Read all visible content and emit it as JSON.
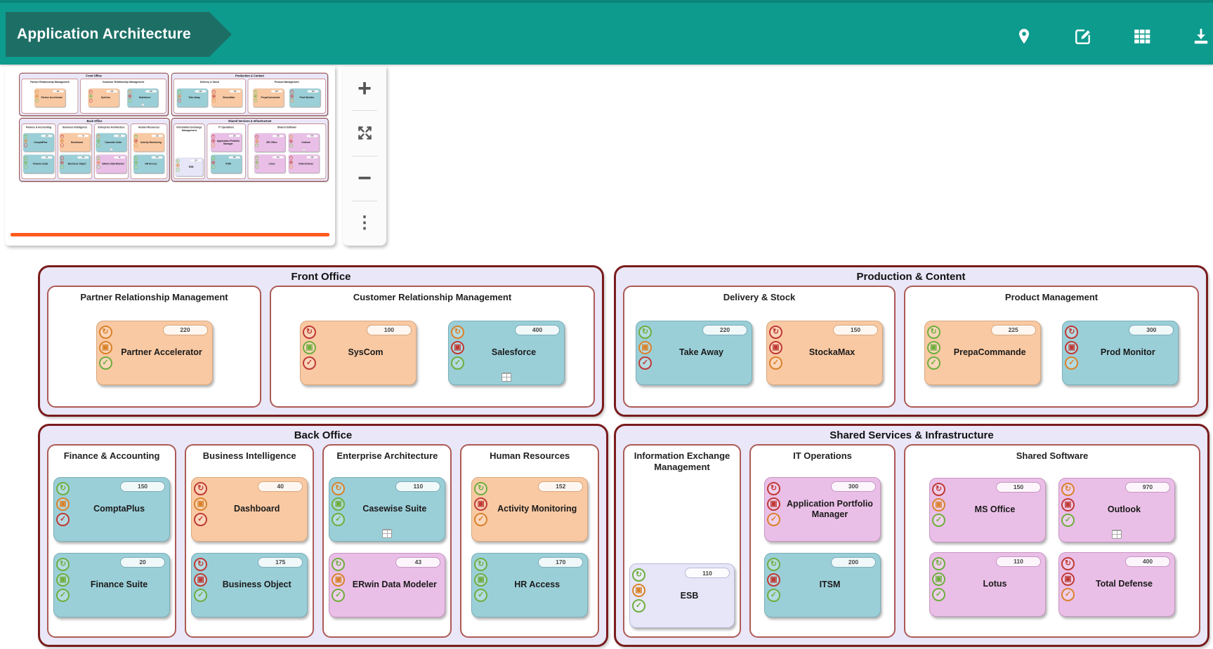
{
  "header": {
    "title": "Application Architecture",
    "actions": [
      {
        "icon": "location-pin-icon"
      },
      {
        "icon": "edit-icon"
      },
      {
        "icon": "grid-icon"
      },
      {
        "icon": "download-icon"
      }
    ]
  },
  "minimap": {
    "controls": [
      {
        "icon": "zoom-in-icon",
        "glyph": "+"
      },
      {
        "icon": "fit-screen-icon",
        "glyph": ""
      },
      {
        "icon": "zoom-out-icon",
        "glyph": "−"
      },
      {
        "icon": "more-options-icon",
        "glyph": "⋮"
      }
    ]
  },
  "colors": {
    "header_teal": "#0d9b8e",
    "header_badge_teal": "#1d6f66",
    "group_border": "#7a1c1c",
    "group_background": "#e9e7f8",
    "subgroup_border": "#ad5a55",
    "card_orange": "#f9c9a3",
    "card_teal": "#9bcfd8",
    "card_violet": "#eabfe7",
    "card_lavender": "#e6e6f8",
    "status_green": "#6fae3f",
    "status_orange": "#d9822b",
    "status_red": "#bf3a35",
    "viewport_line_orange": "#ff5a1f"
  },
  "diagram": {
    "groups": [
      {
        "title": "Front Office",
        "subgroups": [
          {
            "title": "Partner Relationship Management",
            "apps": [
              {
                "name": "Partner Accelerator",
                "count": "220",
                "color": "orange",
                "status_icons": [
                  "orange",
                  "orange",
                  "green"
                ],
                "has_children": false
              }
            ]
          },
          {
            "title": "Customer Relationship Management",
            "apps": [
              {
                "name": "SysCom",
                "count": "100",
                "color": "orange",
                "status_icons": [
                  "red",
                  "green",
                  "red"
                ],
                "has_children": false
              },
              {
                "name": "Salesforce",
                "count": "400",
                "color": "teal",
                "status_icons": [
                  "orange",
                  "red",
                  "green"
                ],
                "has_children": true
              }
            ]
          }
        ]
      },
      {
        "title": "Production & Content",
        "subgroups": [
          {
            "title": "Delivery & Stock",
            "apps": [
              {
                "name": "Take Away",
                "count": "220",
                "color": "teal",
                "status_icons": [
                  "green",
                  "orange",
                  "red"
                ],
                "has_children": false
              },
              {
                "name": "StockaMax",
                "count": "150",
                "color": "orange",
                "status_icons": [
                  "red",
                  "red",
                  "orange"
                ],
                "has_children": false
              }
            ]
          },
          {
            "title": "Product Management",
            "apps": [
              {
                "name": "PrepaCommande",
                "count": "225",
                "color": "orange",
                "status_icons": [
                  "green",
                  "green",
                  "green"
                ],
                "has_children": false
              },
              {
                "name": "Prod Monitor",
                "count": "300",
                "color": "teal",
                "status_icons": [
                  "red",
                  "red",
                  "orange"
                ],
                "has_children": false
              }
            ]
          }
        ]
      },
      {
        "title": "Back Office",
        "subgroups": [
          {
            "title": "Finance & Accounting",
            "apps": [
              {
                "name": "ComptaPlus",
                "count": "150",
                "color": "teal",
                "status_icons": [
                  "green",
                  "orange",
                  "red"
                ],
                "has_children": false
              },
              {
                "name": "Finance Suite",
                "count": "20",
                "color": "teal",
                "status_icons": [
                  "green",
                  "green",
                  "green"
                ],
                "has_children": false
              }
            ]
          },
          {
            "title": "Business Intelligence",
            "apps": [
              {
                "name": "Dashboard",
                "count": "40",
                "color": "orange",
                "status_icons": [
                  "red",
                  "orange",
                  "red"
                ],
                "has_children": false
              },
              {
                "name": "Business Object",
                "count": "175",
                "color": "teal",
                "status_icons": [
                  "red",
                  "red",
                  "green"
                ],
                "has_children": false
              }
            ]
          },
          {
            "title": "Enterprise Architecture",
            "apps": [
              {
                "name": "Casewise Suite",
                "count": "110",
                "color": "teal",
                "status_icons": [
                  "orange",
                  "green",
                  "green"
                ],
                "has_children": true
              },
              {
                "name": "ERwin Data Modeler",
                "count": "43",
                "color": "violet",
                "status_icons": [
                  "green",
                  "orange",
                  "green"
                ],
                "has_children": false
              }
            ]
          },
          {
            "title": "Human Resources",
            "apps": [
              {
                "name": "Activity Monitoring",
                "count": "152",
                "color": "orange",
                "status_icons": [
                  "green",
                  "red",
                  "orange"
                ],
                "has_children": false
              },
              {
                "name": "HR Access",
                "count": "170",
                "color": "teal",
                "status_icons": [
                  "green",
                  "green",
                  "green"
                ],
                "has_children": false
              }
            ]
          }
        ]
      },
      {
        "title": "Shared Services & Infrastructure",
        "subgroups": [
          {
            "title": "Information Exchange Management",
            "apps": [
              {
                "name": "ESB",
                "count": "110",
                "color": "lavender",
                "status_icons": [
                  "green",
                  "orange",
                  "green"
                ],
                "has_children": false
              }
            ]
          },
          {
            "title": "IT Operations",
            "apps": [
              {
                "name": "Application Portfolio Manager",
                "count": "300",
                "color": "violet",
                "status_icons": [
                  "red",
                  "red",
                  "orange"
                ],
                "has_children": false
              },
              {
                "name": "ITSM",
                "count": "200",
                "color": "teal",
                "status_icons": [
                  "green",
                  "red",
                  "green"
                ],
                "has_children": false
              }
            ]
          },
          {
            "title": "Shared Software",
            "apps": [
              {
                "name": "MS Office",
                "count": "150",
                "color": "violet",
                "status_icons": [
                  "red",
                  "orange",
                  "green"
                ],
                "has_children": false
              },
              {
                "name": "Outlook",
                "count": "970",
                "color": "violet",
                "status_icons": [
                  "orange",
                  "red",
                  "green"
                ],
                "has_children": true
              },
              {
                "name": "Lotus",
                "count": "110",
                "color": "violet",
                "status_icons": [
                  "green",
                  "green",
                  "green"
                ],
                "has_children": false
              },
              {
                "name": "Total Defense",
                "count": "400",
                "color": "violet",
                "status_icons": [
                  "red",
                  "red",
                  "orange"
                ],
                "has_children": false
              }
            ]
          }
        ]
      }
    ]
  }
}
